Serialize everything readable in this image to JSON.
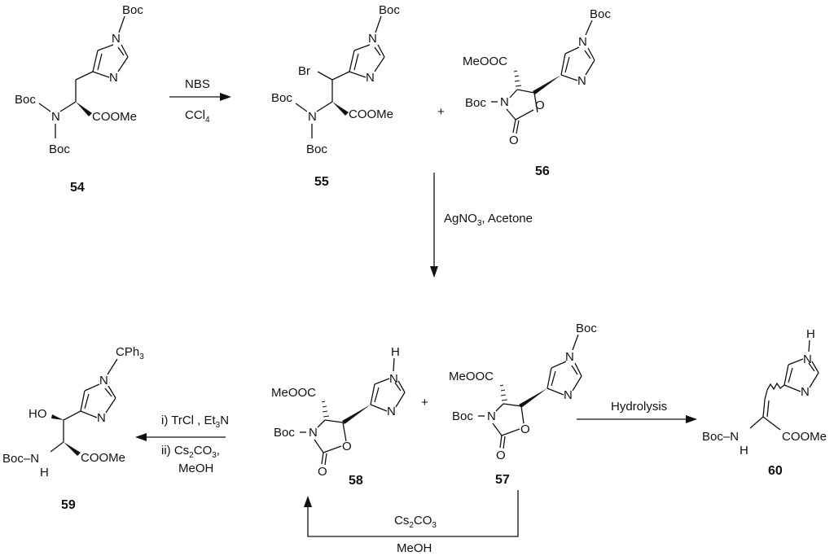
{
  "compounds": {
    "c54": {
      "number": "54",
      "n_boc": "Boc",
      "nh_boc_top": "Boc",
      "nh_boc_bottom": "Boc",
      "ring_n1": "N",
      "ring_n3": "N",
      "amine_n": "N",
      "ester": "COOMe"
    },
    "c55": {
      "number": "55",
      "n_boc": "Boc",
      "bromo": "Br",
      "nh_boc_top": "Boc",
      "nh_boc_bottom": "Boc",
      "ring_n1": "N",
      "ring_n3": "N",
      "amine_n": "N",
      "ester": "COOMe"
    },
    "c56": {
      "number": "56",
      "n_boc": "Boc",
      "ester": "MeOOC",
      "carbamate_boc": "Boc",
      "ring_n": "N",
      "ring_o": "O",
      "carbonyl_o": "O",
      "imid_n1": "N",
      "imid_n3": "N"
    },
    "c57": {
      "number": "57",
      "n_boc": "Boc",
      "ester": "MeOOC",
      "carbamate_boc": "Boc",
      "ring_n": "N",
      "ring_o": "O",
      "carbonyl_o": "O",
      "imid_n1": "N",
      "imid_n3": "N"
    },
    "c58": {
      "number": "58",
      "nh": "H",
      "ester": "MeOOC",
      "carbamate_boc": "Boc",
      "ring_n": "N",
      "ring_o": "O",
      "carbonyl_o": "O",
      "imid_n1": "N",
      "imid_n3": "N"
    },
    "c59": {
      "number": "59",
      "trityl": "CPh",
      "trityl_sub": "3",
      "hydroxyl": "HO",
      "amine": "Boc–N",
      "amine_h": "H",
      "ester": "COOMe",
      "imid_n1": "N",
      "imid_n3": "N"
    },
    "c60": {
      "number": "60",
      "nh": "H",
      "amine": "Boc–N",
      "amine_h": "H",
      "ester": "COOMe",
      "imid_n1": "N",
      "imid_n3": "N"
    }
  },
  "plus_signs": [
    "+",
    "+"
  ],
  "reactions": {
    "r1": {
      "line1": "NBS",
      "line2_main": "CCl",
      "line2_sub": "4"
    },
    "r2": {
      "p1": "AgNO",
      "p1_sub": "3",
      "p2": ", Acetone"
    },
    "r3": {
      "line1": "i) TrCl , Et",
      "line1_sub": "3",
      "line1_end": "N",
      "line2": "ii) Cs",
      "line2_sub1": "2",
      "line2_mid": "CO",
      "line2_sub2": "3",
      "line2_end": ",",
      "line3": "MeOH"
    },
    "r4": {
      "label": "Hydrolysis"
    },
    "r5": {
      "line1": "Cs",
      "line1_sub1": "2",
      "line1_mid": "CO",
      "line1_sub2": "3",
      "line2": "MeOH"
    }
  }
}
